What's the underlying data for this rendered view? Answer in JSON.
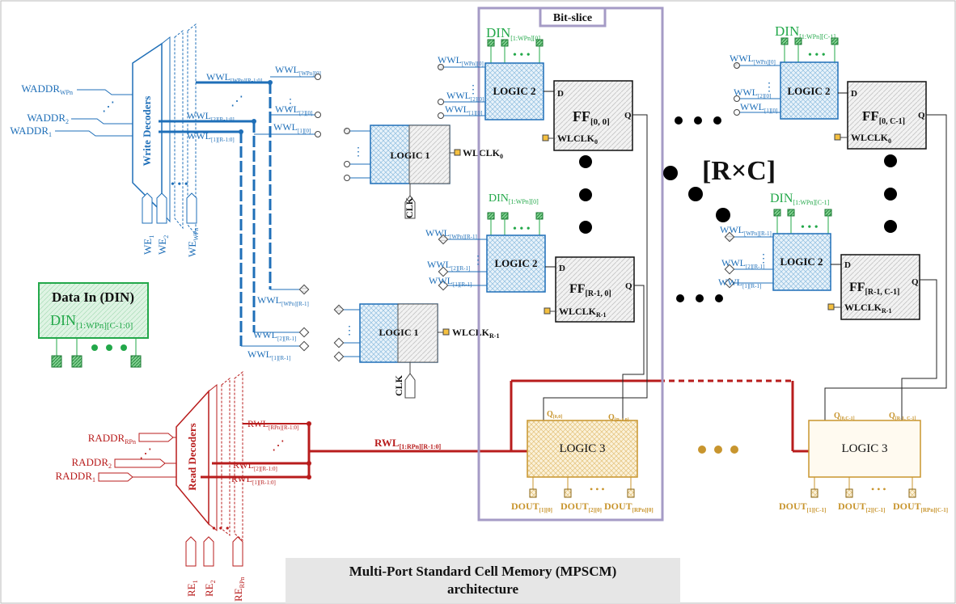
{
  "caption": {
    "line1": "Multi-Port Standard Cell Memory (MPSCM)",
    "line2": "architecture"
  },
  "bit_slice_label": "Bit-slice",
  "grid_label": "[R×C]",
  "data_in_title": "Data In (DIN)",
  "colors": {
    "write": "#1f6fb8",
    "read": "#b81c1c",
    "din": "#23a84a",
    "logic3": "#c8952e",
    "bitslice": "#a59bc6"
  },
  "write_decoders": {
    "label": "Write Decoders",
    "addr": [
      {
        "main": "WADDR",
        "sub": "WPn"
      },
      {
        "main": "WADDR",
        "sub": "2"
      },
      {
        "main": "WADDR",
        "sub": "1"
      }
    ],
    "we": [
      {
        "main": "WE",
        "sub": "1"
      },
      {
        "main": "WE",
        "sub": "2"
      },
      {
        "main": "WE",
        "sub": "WPn"
      }
    ],
    "wwl_outputs": [
      {
        "main": "WWL",
        "sub": "[WPn][R-1:0]"
      },
      {
        "main": "WWL",
        "sub": "[2][R-1:0]"
      },
      {
        "main": "WWL",
        "sub": "[1][R-1:0]"
      }
    ],
    "wwl_row0": [
      {
        "main": "WWL",
        "sub": "[WPn][0]"
      },
      {
        "main": "WWL",
        "sub": "[2][0]"
      },
      {
        "main": "WWL",
        "sub": "[1][0]"
      }
    ],
    "wwl_rowR": [
      {
        "main": "WWL",
        "sub": "[WPn][R-1]"
      },
      {
        "main": "WWL",
        "sub": "[2][R-1]"
      },
      {
        "main": "WWL",
        "sub": "[1][R-1]"
      }
    ]
  },
  "read_decoders": {
    "label": "Read Decoders",
    "addr": [
      {
        "main": "RADDR",
        "sub": "RPn"
      },
      {
        "main": "RADDR",
        "sub": "2"
      },
      {
        "main": "RADDR",
        "sub": "1"
      }
    ],
    "re": [
      {
        "main": "RE",
        "sub": "1"
      },
      {
        "main": "RE",
        "sub": "2"
      },
      {
        "main": "RE",
        "sub": "RPn"
      }
    ],
    "rwl_outputs": [
      {
        "main": "RWL",
        "sub": "[RPn][R-1:0]"
      },
      {
        "main": "RWL",
        "sub": "[2][R-1:0]"
      },
      {
        "main": "RWL",
        "sub": "[1][R-1:0]"
      }
    ],
    "rwl_bus": {
      "main": "RWL",
      "sub": "[1:RPn][R-1:0]"
    }
  },
  "din_block": {
    "main": "DIN",
    "sub": "[1:WPn][C-1:0]"
  },
  "logic1": {
    "label": "LOGIC 1",
    "wlclk_top": {
      "main": "WLCLK",
      "sub": "0"
    },
    "wlclk_bottom": {
      "main": "WLCLK",
      "sub": "R-1"
    },
    "clk": "CLK"
  },
  "logic2": {
    "label": "LOGIC 2"
  },
  "din_col0": {
    "main": "DIN",
    "sub": "[1:WPn][0]"
  },
  "din_colC": {
    "main": "DIN",
    "sub": "[1:WPn][C-1]"
  },
  "wwl_labels_row0": [
    {
      "main": "WWL",
      "sub": "[WPn][0]"
    },
    {
      "main": "WWL",
      "sub": "[2][0]"
    },
    {
      "main": "WWL",
      "sub": "[1][0]"
    }
  ],
  "wwl_labels_rowR": [
    {
      "main": "WWL",
      "sub": "[WPn][R-1]"
    },
    {
      "main": "WWL",
      "sub": "[2][R-1]"
    },
    {
      "main": "WWL",
      "sub": "[1][R-1]"
    }
  ],
  "flipflops": [
    {
      "main": "FF",
      "sub": "[0, 0]",
      "clk_main": "WLCLK",
      "clk_sub": "0"
    },
    {
      "main": "FF",
      "sub": "[0, C-1]",
      "clk_main": "WLCLK",
      "clk_sub": "0"
    },
    {
      "main": "FF",
      "sub": "[R-1, 0]",
      "clk_main": "WLCLK",
      "clk_sub": "R-1"
    },
    {
      "main": "FF",
      "sub": "[R-1, C-1]",
      "clk_main": "WLCLK",
      "clk_sub": "R-1"
    }
  ],
  "ff_pins": {
    "d": "D",
    "q": "Q"
  },
  "logic3": {
    "label": "LOGIC 3",
    "col0_q": [
      {
        "main": "Q",
        "sub": "[0,0]"
      },
      {
        "main": "Q",
        "sub": "[R-1,0]"
      }
    ],
    "colC_q": [
      {
        "main": "Q",
        "sub": "[0,C-1]"
      },
      {
        "main": "Q",
        "sub": "[R-1, C-1]"
      }
    ],
    "col0_dout": [
      {
        "main": "DOUT",
        "sub": "[1][0]"
      },
      {
        "main": "DOUT",
        "sub": "[2][0]"
      },
      {
        "main": "DOUT",
        "sub": "[RPn][0]"
      }
    ],
    "colC_dout": [
      {
        "main": "DOUT",
        "sub": "[1][C-1]"
      },
      {
        "main": "DOUT",
        "sub": "[2][C-1]"
      },
      {
        "main": "DOUT",
        "sub": "[RPn][C-1]"
      }
    ]
  }
}
